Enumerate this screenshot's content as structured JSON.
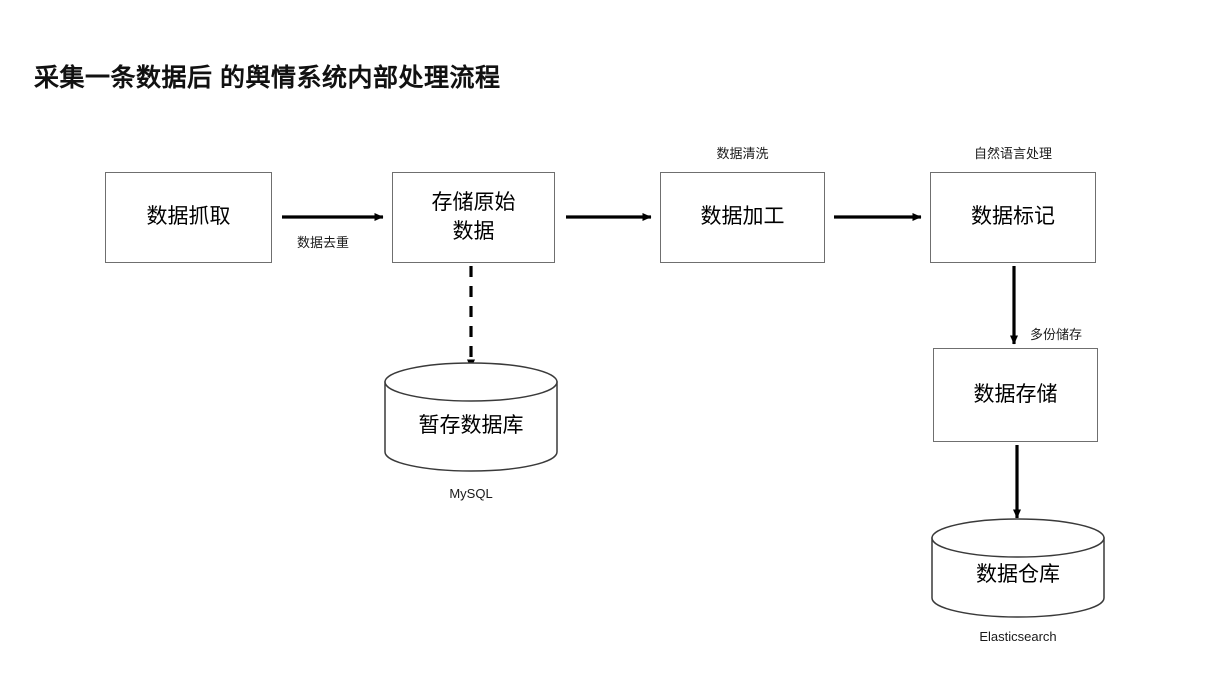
{
  "page": {
    "title": "采集一条数据后 的舆情系统内部处理流程",
    "background_color": "#ffffff",
    "stroke_color": "#6f6f6f",
    "arrow_color": "#000000",
    "text_color": "#000000"
  },
  "diagram": {
    "type": "flowchart",
    "nodes": [
      {
        "id": "capture",
        "shape": "rect",
        "label": "数据抓取",
        "caption": ""
      },
      {
        "id": "store_raw",
        "shape": "rect",
        "label": "存储原始\n数据",
        "line1": "存储原始",
        "line2": "数据",
        "caption": ""
      },
      {
        "id": "process",
        "shape": "rect",
        "label": "数据加工",
        "caption": "数据清洗"
      },
      {
        "id": "tagging",
        "shape": "rect",
        "label": "数据标记",
        "caption": "自然语言处理"
      },
      {
        "id": "storage",
        "shape": "rect",
        "label": "数据存储",
        "caption": ""
      },
      {
        "id": "temp_db",
        "shape": "cylinder",
        "label": "暂存数据库",
        "caption": "MySQL"
      },
      {
        "id": "warehouse",
        "shape": "cylinder",
        "label": "数据仓库",
        "caption": "Elasticsearch"
      }
    ],
    "edges": [
      {
        "from": "capture",
        "to": "store_raw",
        "label": "数据去重",
        "style": "solid",
        "direction": "right"
      },
      {
        "from": "store_raw",
        "to": "process",
        "label": "",
        "style": "solid",
        "direction": "right"
      },
      {
        "from": "process",
        "to": "tagging",
        "label": "",
        "style": "solid",
        "direction": "right"
      },
      {
        "from": "store_raw",
        "to": "temp_db",
        "label": "",
        "style": "dashed",
        "direction": "down"
      },
      {
        "from": "tagging",
        "to": "storage",
        "label": "多份储存",
        "style": "solid",
        "direction": "down"
      },
      {
        "from": "storage",
        "to": "warehouse",
        "label": "",
        "style": "solid",
        "direction": "down"
      }
    ]
  }
}
